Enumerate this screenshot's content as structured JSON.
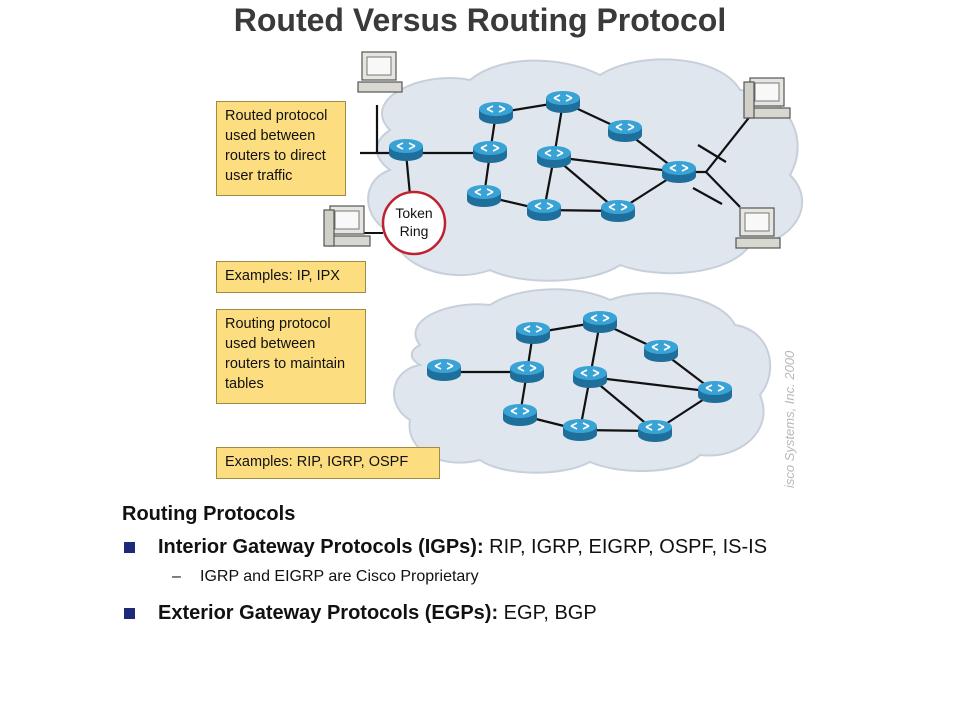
{
  "title": "Routed Versus Routing Protocol",
  "callouts": {
    "routed": [
      "Routed protocol",
      "used between",
      "routers to direct",
      "user traffic"
    ],
    "routed_examples": "Examples: IP, IPX",
    "routing": [
      "Routing protocol",
      "used between",
      "routers to maintain",
      "tables"
    ],
    "routing_examples": "Examples: RIP, IGRP, OSPF"
  },
  "token_ring": [
    "Token",
    "Ring"
  ],
  "copyright": "isco Systems, Inc. 2000",
  "bullets": {
    "heading": "Routing Protocols",
    "items": [
      {
        "bold": "Interior Gateway Protocols (IGPs):",
        "text": " RIP, IGRP, EIGRP, OSPF, IS-IS",
        "sub": "IGRP and EIGRP are Cisco Proprietary"
      },
      {
        "bold": "Exterior Gateway Protocols (EGPs):",
        "text": " EGP, BGP"
      }
    ]
  },
  "colors": {
    "callout": "#fcdd80",
    "cloud": "#dfe6ee",
    "router": "#2f95c8",
    "token_ring": "#c02030",
    "bullet": "#1c2a78"
  }
}
